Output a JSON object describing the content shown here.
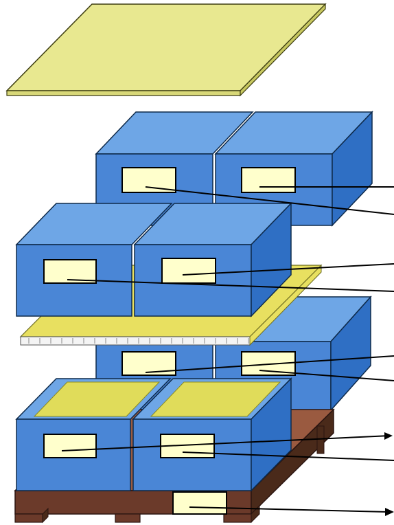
{
  "diagram": {
    "colors": {
      "box_front": "#4a86d6",
      "box_top": "#6ea6e6",
      "box_side": "#2f6fc4",
      "box_stroke": "#0e2a4a",
      "label": "#ffffcc",
      "sheet_top": "#e8e890",
      "sheet_edge": "#c8c860",
      "tier_sheet_top": "#e8e060",
      "tier_sheet_edge": "#f4f4f4",
      "pallet_front": "#6b3a2a",
      "pallet_top": "#9a5a40",
      "pallet_side": "#4a2a1a",
      "pad_top": "#e0dc5a",
      "leader": "#000000"
    },
    "components": [
      "top-sheet",
      "upper-box-layer",
      "tier-sheet",
      "lower-box-layer",
      "pallet"
    ],
    "box_labels_count": 8,
    "pallet_labels_count": 1
  }
}
